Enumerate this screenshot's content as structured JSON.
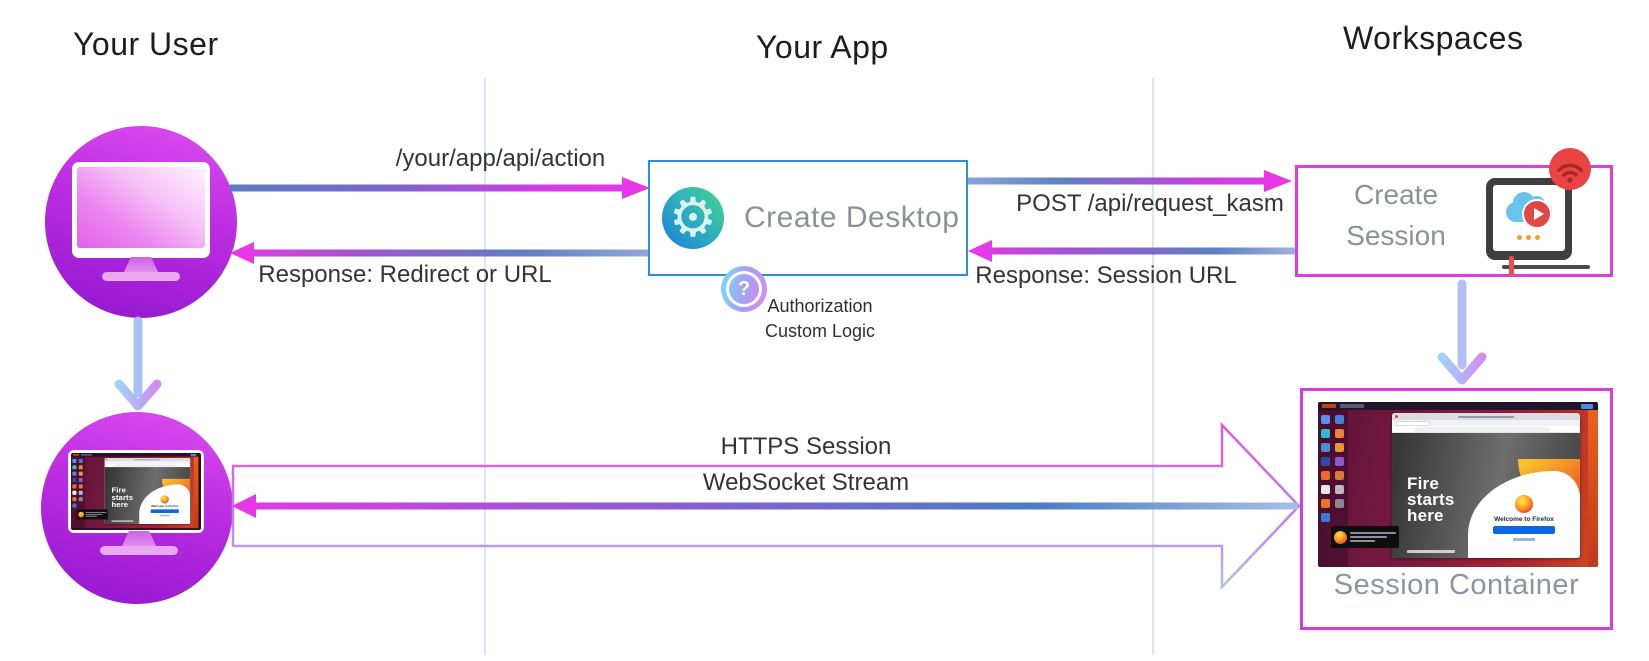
{
  "headers": {
    "user": "Your User",
    "app": "Your App",
    "workspaces": "Workspaces"
  },
  "flows": {
    "request_path": "/your/app/api/action",
    "response_redirect": "Response: Redirect or URL",
    "post_request": "POST /api/request_kasm",
    "response_session": "Response: Session URL",
    "https_session": "HTTPS Session",
    "websocket_stream": "WebSocket Stream"
  },
  "nodes": {
    "create_desktop": {
      "label": "Create Desktop",
      "icon_glyph": "⚙"
    },
    "authorization": {
      "icon_glyph": "?",
      "line1": "Authorization",
      "line2": "Custom Logic"
    },
    "create_session": {
      "line1": "Create",
      "line2": "Session"
    },
    "session_container": {
      "label": "Session Container"
    }
  },
  "screenshot": {
    "hero_lines": [
      "Fire",
      "starts",
      "here"
    ],
    "welcome": "Welcome to Firefox"
  },
  "colors": {
    "app_box_border": "#2b90dd",
    "workspace_box_border": "#e13ce4",
    "arrow_magenta": "#e637e8",
    "arrow_blue": "#5a7cc2",
    "user_circle_purple": "#a722d8",
    "node_label_gray": "#8d9196",
    "divider_blue": "#d9e5f3"
  }
}
